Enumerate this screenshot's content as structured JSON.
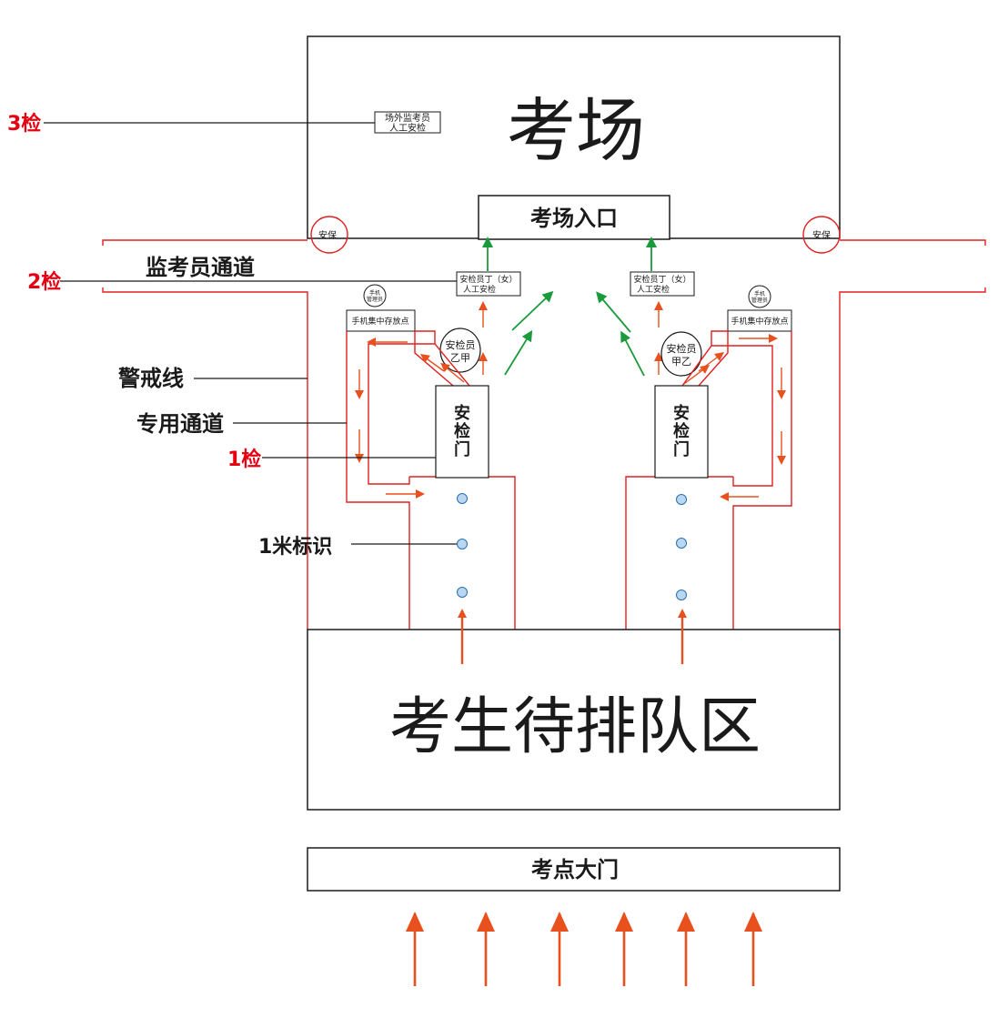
{
  "labels": {
    "exam_room": "考场",
    "exam_entrance": "考场入口",
    "waiting_area": "考生待排队区",
    "gate": "考点大门",
    "proctor_channel": "监考员通道",
    "cordon": "警戒线",
    "special_channel": "专用通道",
    "one_meter_mark": "1米标识",
    "check1": "1检",
    "check2": "2检",
    "check3": "3检",
    "outside_proctor_line1": "场外监考员",
    "outside_proctor_line2": "人工安检",
    "security_guard": "安保",
    "female_inspector_line1": "安检员丁（女）",
    "female_inspector_line2": "人工安检",
    "phone_storage": "手机集中存放点",
    "phone_manager_line1": "手机",
    "phone_manager_line2": "管理员",
    "inspector_left_line1": "安检员",
    "inspector_left_line2": "乙甲",
    "inspector_right_line1": "安检员",
    "inspector_right_line2": "甲乙",
    "door_char1": "安",
    "door_char2": "检",
    "door_char3": "门"
  },
  "colors": {
    "line": "#1a1a1a",
    "red_line": "#e02020",
    "orange_arrow": "#e8501e",
    "green_arrow": "#1a9a3a",
    "check_red": "#e60012",
    "dot_fill": "#b9d7f0",
    "dot_stroke": "#2a6fb0"
  }
}
